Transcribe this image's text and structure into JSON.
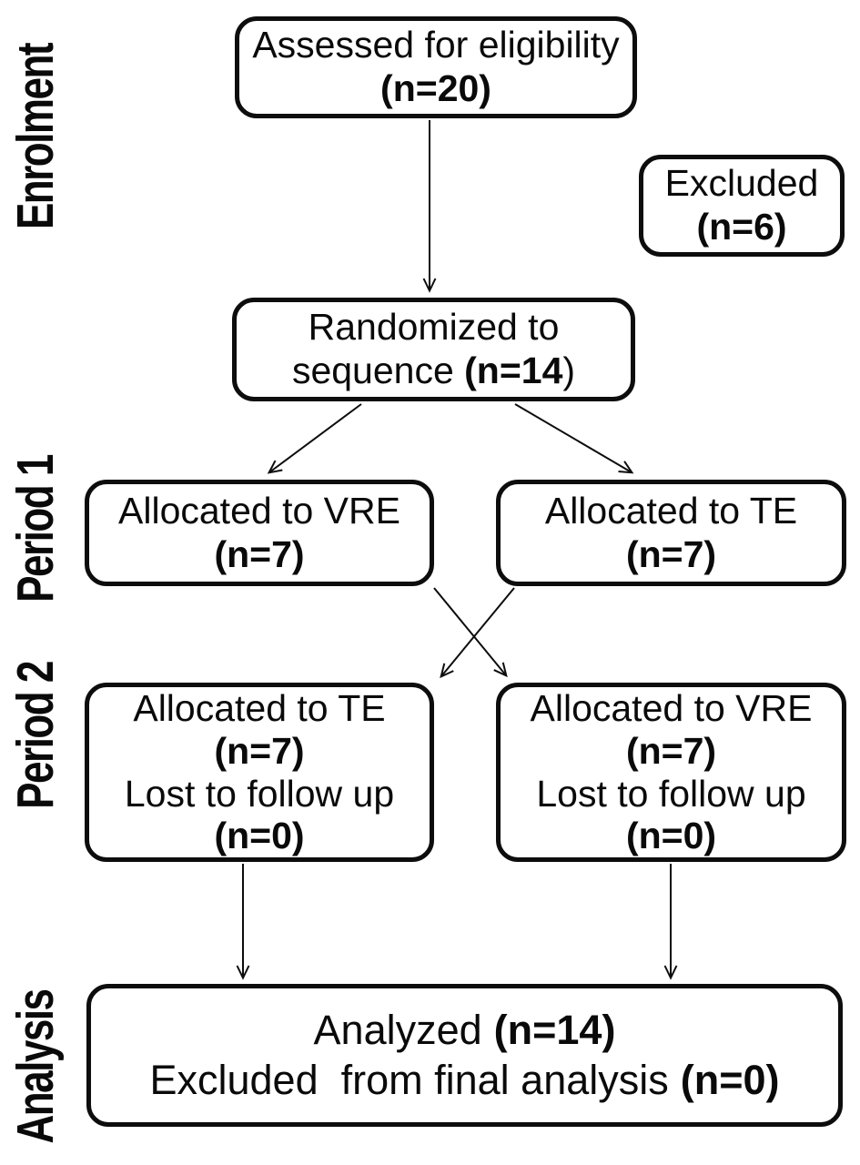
{
  "colors": {
    "background": "#ffffff",
    "line": "#0d0d0d",
    "text": "#0a0a0a"
  },
  "stage_labels": [
    {
      "label": "Enrolment"
    },
    {
      "label": "Period 1"
    },
    {
      "label": "Period 2"
    },
    {
      "label": "Analysis"
    }
  ],
  "boxes": {
    "assessed": {
      "line1": "Assessed for eligibility",
      "n": "(n=20)"
    },
    "excluded": {
      "line1": "Excluded",
      "n": "(n=6)"
    },
    "randomized": {
      "line1": "Randomized to",
      "line2_prefix": "sequence ",
      "line2_n_bold": "(n=14",
      "line2_close": ")"
    },
    "period1_left": {
      "line1": "Allocated to VRE",
      "n": "(n=7)"
    },
    "period1_right": {
      "line1": "Allocated to TE",
      "n": "(n=7)"
    },
    "period2_left": {
      "line1": "Allocated to TE",
      "n": "(n=7)",
      "line3": "Lost to follow up",
      "lost_n": "(n=0)"
    },
    "period2_right": {
      "line1": "Allocated to VRE",
      "n": "(n=7)",
      "line3": "Lost to follow up",
      "lost_n": "(n=0)"
    },
    "analysis": {
      "line1_prefix": "Analyzed",
      "line1_n": "(n=14)",
      "line2_prefix": "Excluded  from final analysis",
      "line2_n": "(n=0)"
    }
  }
}
